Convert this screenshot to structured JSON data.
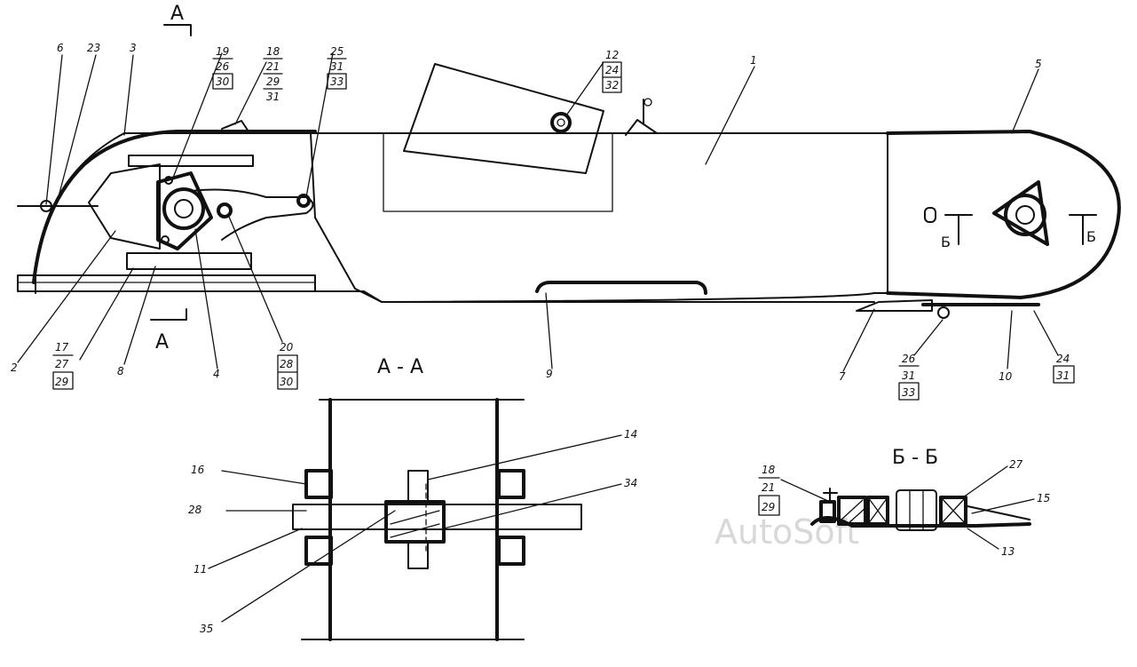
{
  "watermark": "AutoSoft",
  "views": {
    "section_aa_title": "А - А",
    "section_bb_title": "Б - Б",
    "cut_marker_a": "А",
    "inner_letter_b": "Б"
  },
  "callouts": {
    "c1": "1",
    "c2": "2",
    "c3": "3",
    "c4": "4",
    "c5": "5",
    "c6": "6",
    "c7": "7",
    "c8": "8",
    "c9": "9",
    "c10": "10",
    "c11": "11",
    "c13": "13",
    "c14": "14",
    "c15": "15",
    "c16": "16",
    "c23": "23",
    "c27": "27",
    "c28": "28",
    "c34": "34",
    "c35": "35",
    "c12": "12",
    "c25": "25"
  },
  "callout_stacks": {
    "s19": [
      "19",
      "26",
      "30"
    ],
    "s18": [
      "18",
      "21",
      "29",
      "31"
    ],
    "s25": [
      "25",
      "31",
      "33"
    ],
    "s12": [
      "12",
      "24",
      "32"
    ],
    "s17": [
      "17",
      "27",
      "29"
    ],
    "s20": [
      "20",
      "28",
      "30"
    ],
    "s26": [
      "26",
      "31",
      "33"
    ],
    "s24": [
      "24",
      "31"
    ],
    "s18b": [
      "18",
      "21",
      "29"
    ]
  }
}
